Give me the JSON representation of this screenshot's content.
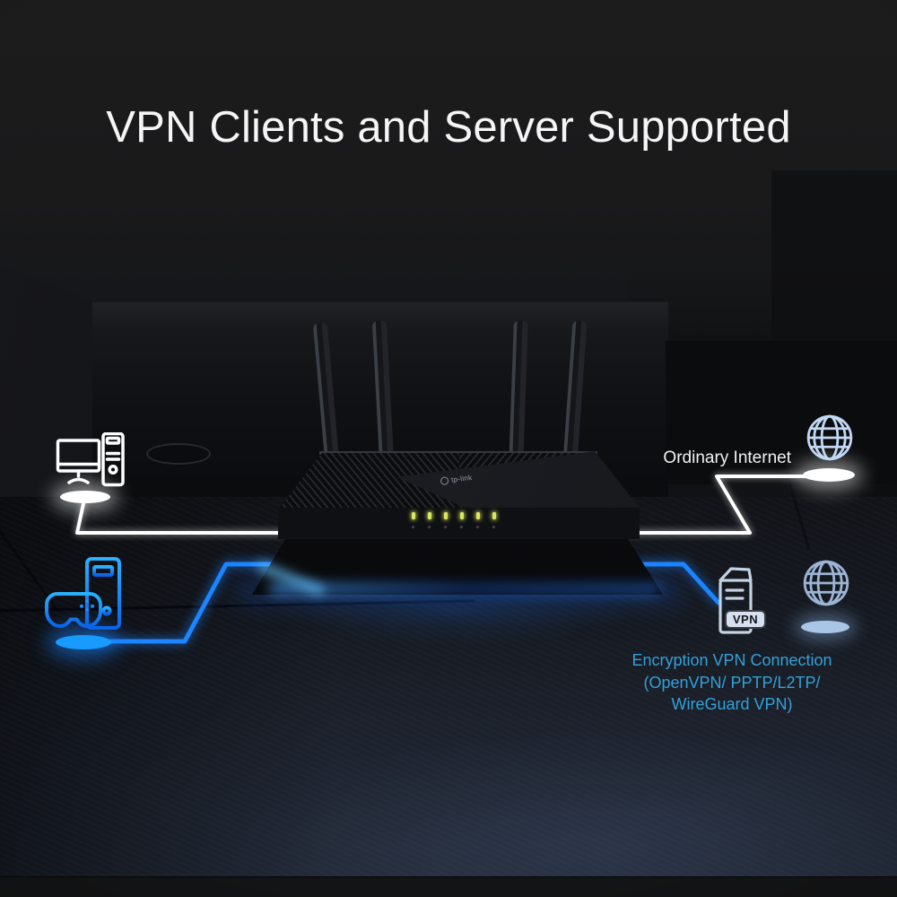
{
  "header": {
    "title": "VPN Clients and Server Supported"
  },
  "router": {
    "brand": "tp-link",
    "led_count": 6
  },
  "nodes": {
    "ordinary_client": {
      "name": "ordinary-computer"
    },
    "gaming_client": {
      "name": "gaming-pc-with-gamepad"
    },
    "internet": {
      "label": "Ordinary Internet"
    },
    "vpn_server": {
      "badge": "VPN"
    },
    "vpn_internet": {
      "name": "vpn-internet-globe"
    }
  },
  "caption": {
    "line1": "Encryption VPN Connection",
    "line2": "(OpenVPN/ PPTP/L2TP/",
    "line3": "WireGuard VPN)"
  },
  "colors": {
    "vpn_blue": "#1b86ff",
    "caption_blue": "#35a0d8",
    "ordinary_line_white": "#ffffff",
    "led_green": "#d7e75f",
    "globe_light_blue": "#c3d8f4",
    "globe_steel_blue": "#9cb5d4"
  }
}
